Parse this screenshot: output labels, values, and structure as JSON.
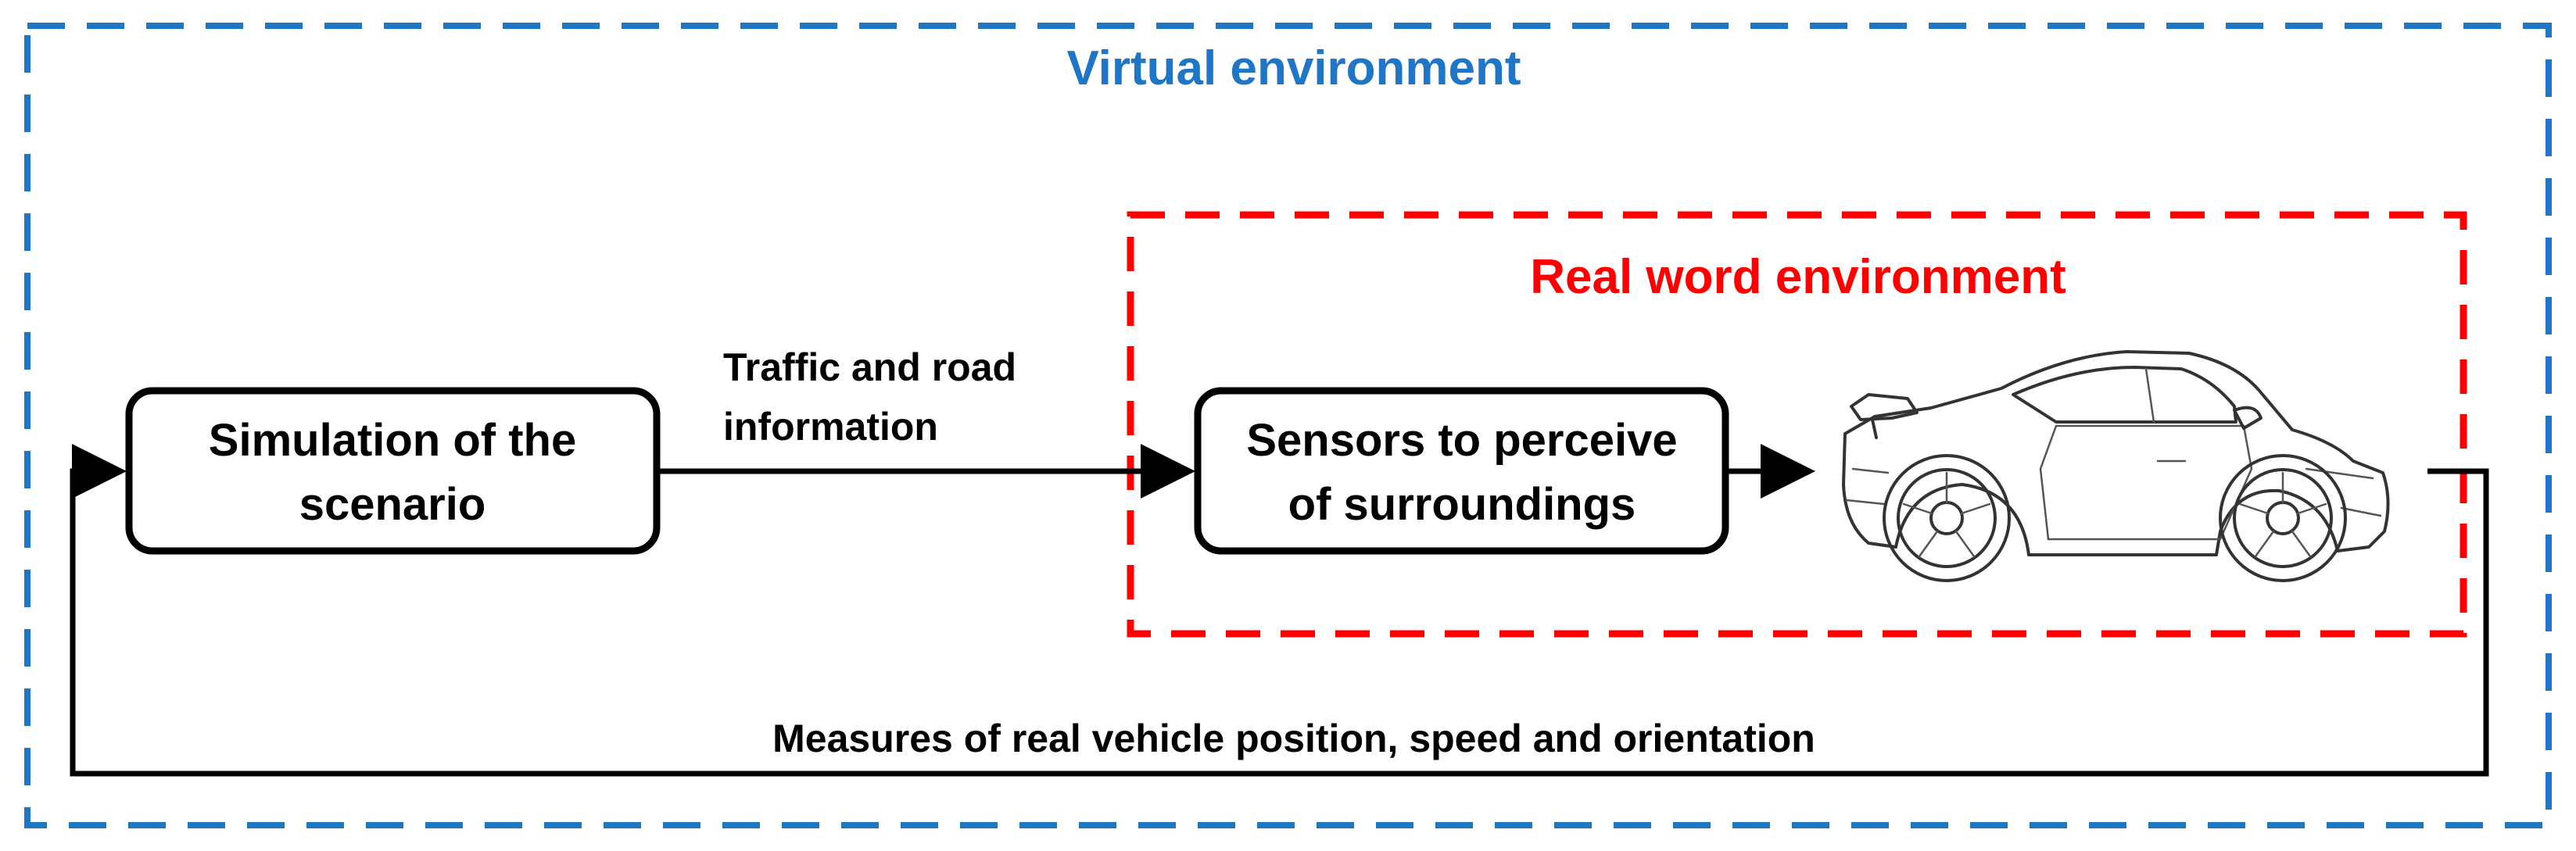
{
  "colors": {
    "virtual_border": "#1f76c6",
    "real_border": "#ff0000",
    "lines": "#000000"
  },
  "virtual_environment": {
    "label": "Virtual environment"
  },
  "real_environment": {
    "label": "Real word environment"
  },
  "nodes": {
    "simulation": {
      "line1": "Simulation of the",
      "line2": "scenario"
    },
    "sensors": {
      "line1": "Sensors to perceive",
      "line2": "of surroundings"
    },
    "vehicle": {
      "icon": "car-icon"
    }
  },
  "edges": {
    "traffic": {
      "line1": "Traffic and road",
      "line2": "information"
    },
    "feedback": {
      "label": "Measures of real vehicle position, speed and orientation"
    }
  }
}
